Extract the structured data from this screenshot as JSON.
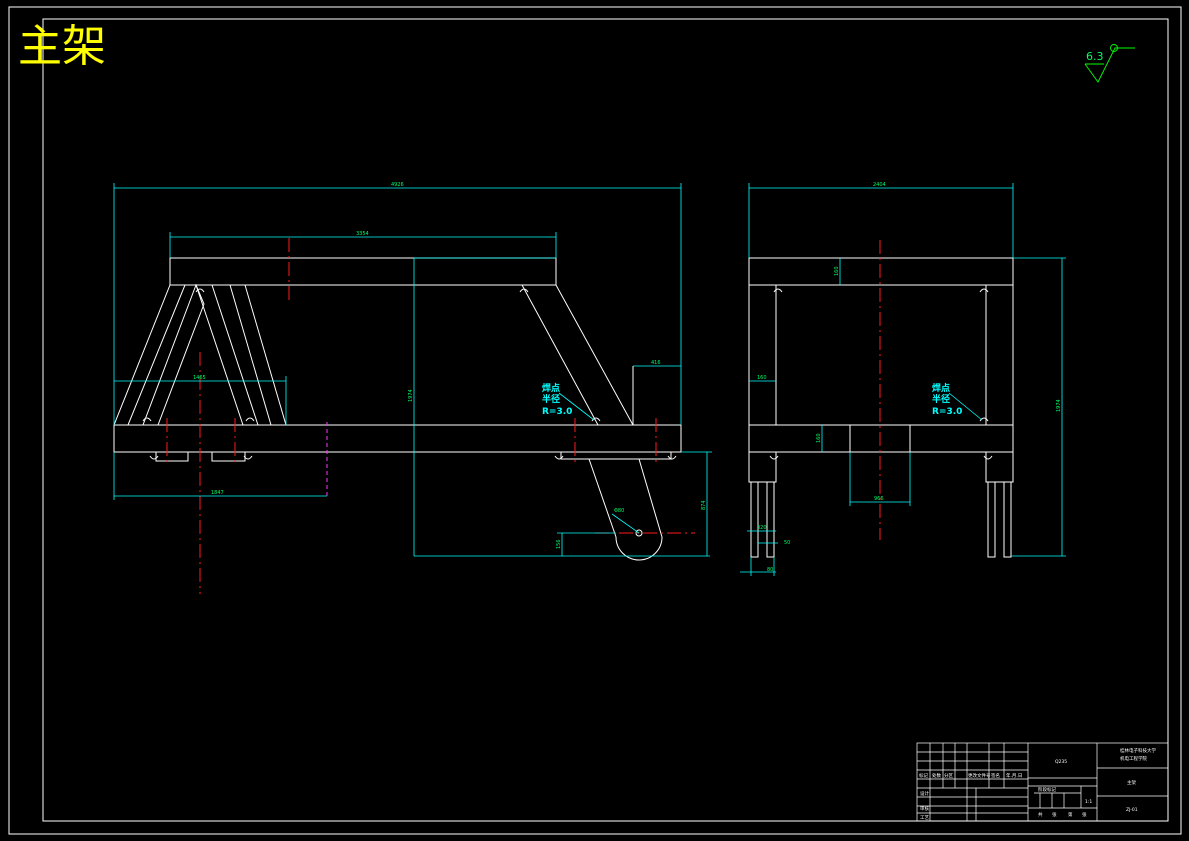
{
  "title": "主架",
  "roughness": {
    "value": "6.3"
  },
  "dimensions": {
    "front_overall": "4926",
    "front_top_beam": "3354",
    "front_left_brace": "1465",
    "front_right_offset": "416",
    "front_height": "1974",
    "front_bottom_span": "1847",
    "front_wheel_dia": "Φ80",
    "front_wheel_drop": "874",
    "front_wheel_small": "156",
    "side_overall": "2404",
    "side_top_thickness": "160",
    "side_post": "160",
    "side_mid": "160",
    "side_height": "1974",
    "side_center_block": "966",
    "side_leg_a": "320",
    "side_leg_b": "50",
    "side_leg_c": "80"
  },
  "weld_notes": {
    "front": [
      "焊点",
      "半径",
      "R=3.0"
    ],
    "side": [
      "焊点",
      "半径",
      "R=3.0"
    ]
  },
  "title_block": {
    "material": "Q235",
    "school": [
      "桂林电子科技大学",
      "机电工程学院"
    ],
    "part_name": "主架",
    "scale": "1:1",
    "drawing_no": "ZJ-01",
    "revision_headers": [
      "标记",
      "处数",
      "分区",
      "更改文件号",
      "签名",
      "年.月.日"
    ],
    "sign_rows": [
      "设计",
      "审核",
      "工艺"
    ],
    "stage_label": "阶段标记",
    "sheet_labels": [
      "共",
      "张",
      "第",
      "张"
    ]
  }
}
